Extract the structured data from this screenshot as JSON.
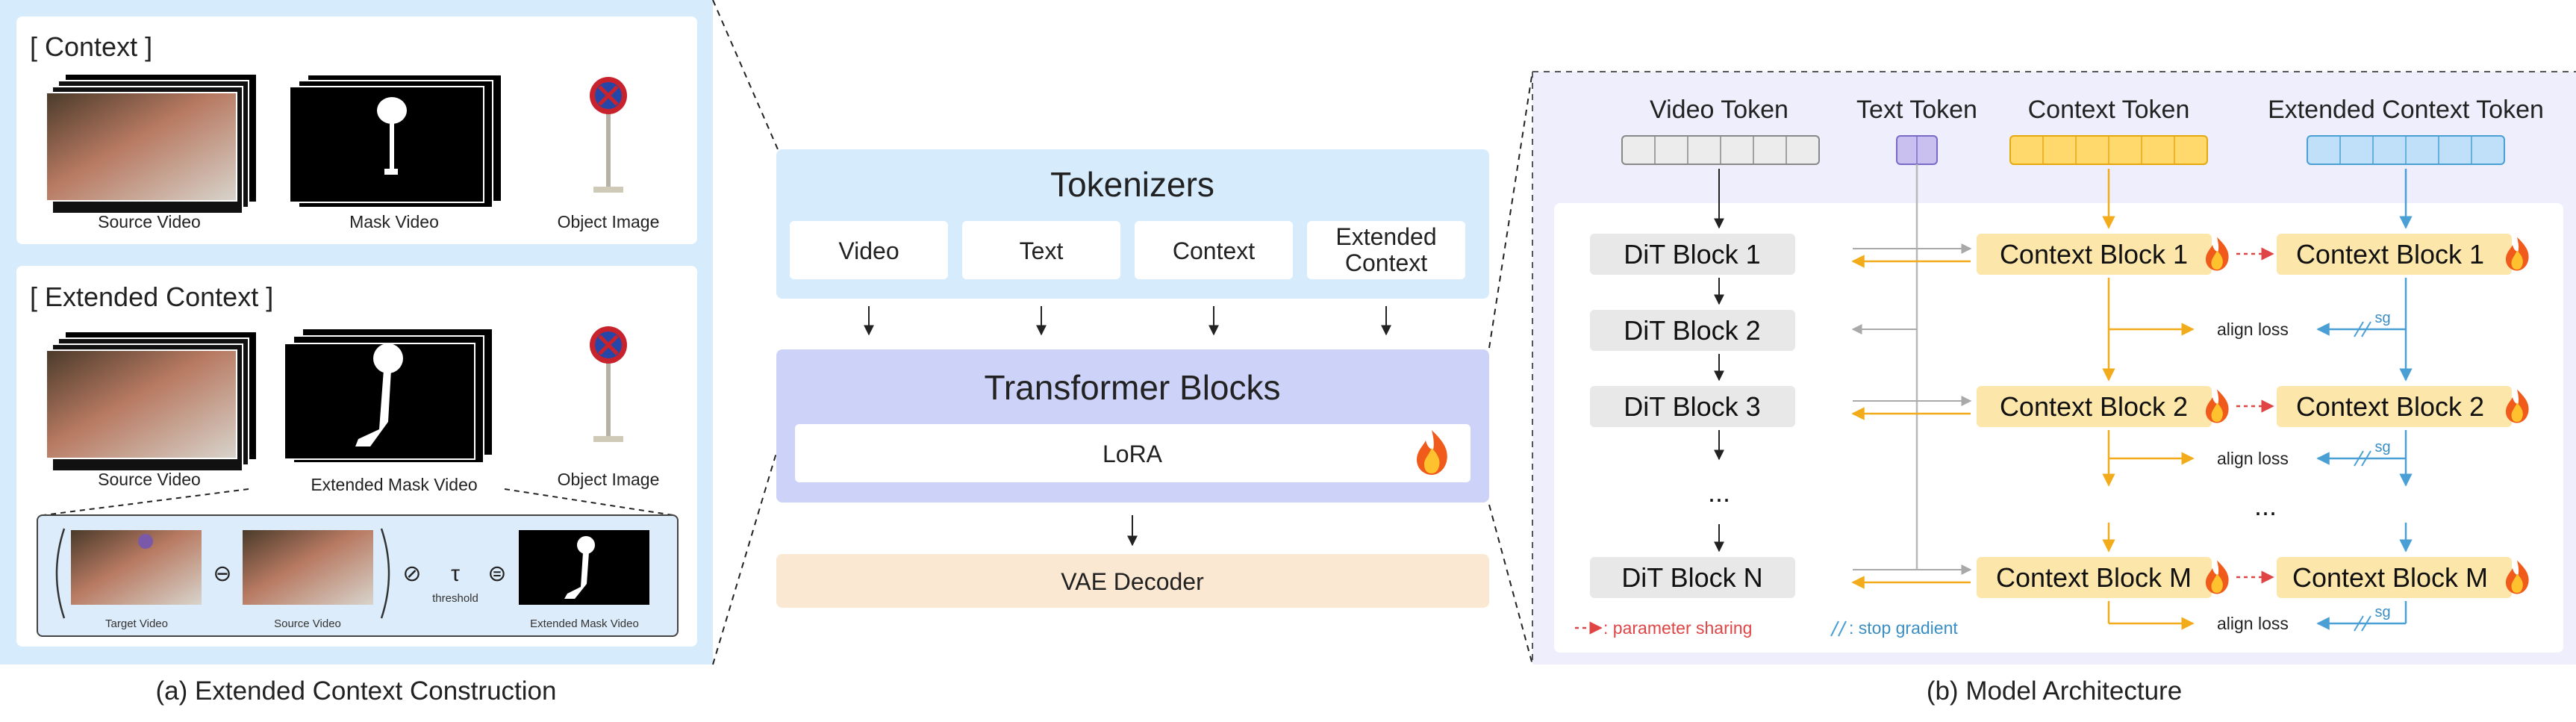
{
  "left": {
    "context_label": "[ Context ]",
    "extended_label": "[ Extended Context ]",
    "captions": {
      "source_video": "Source Video",
      "mask_video": "Mask Video",
      "object_image": "Object Image",
      "source_video_2": "Source Video",
      "extended_mask_video": "Extended Mask Video",
      "object_image_2": "Object Image"
    },
    "formula": {
      "target_video": "Target Video",
      "source_video": "Source Video",
      "minus_op": "⊖",
      "compare_op": "⊘",
      "tau": "τ",
      "threshold": "threshold",
      "equals_op": "⊜",
      "extended_mask_video": "Extended Mask Video"
    },
    "bottom_caption": "(a) Extended Context Construction"
  },
  "middle": {
    "tokenizers_title": "Tokenizers",
    "tokenizers": [
      "Video",
      "Text",
      "Context"
    ],
    "tokenizer_ext_line1": "Extended",
    "tokenizer_ext_line2": "Context",
    "transformer_title": "Transformer Blocks",
    "lora_label": "LoRA",
    "vae_label": "VAE Decoder"
  },
  "right": {
    "tokens": {
      "video": "Video Token",
      "text": "Text Token",
      "context": "Context Token",
      "extended": "Extended Context Token"
    },
    "dit_blocks": [
      "DiT Block 1",
      "DiT Block 2",
      "DiT Block 3",
      "DiT Block N"
    ],
    "dit_ellipsis": "...",
    "context_blocks": [
      "Context Block 1",
      "Context Block 2",
      "Context Block M"
    ],
    "ext_blocks": [
      "Context Block 1",
      "Context Block 2",
      "Context Block M"
    ],
    "ext_ellipsis": "...",
    "align_loss": "align loss",
    "sg": "sg",
    "legend_param": ": parameter sharing",
    "legend_stop": ": stop gradient",
    "bottom_caption": "(b) Model Architecture"
  },
  "colors": {
    "left_panel_bg": "#d6ebfb",
    "tokenizer_bg": "#d6ebfb",
    "transformer_bg": "#cdd3f8",
    "vae_bg": "#fbe8d2",
    "right_panel_bg": "#eeeefc",
    "dit_block": "#e8e8e8",
    "context_block": "#fce6a9",
    "context_arrow": "#f2ac1b",
    "ext_arrow": "#4a9fd4",
    "param_sharing": "#e04545",
    "text_token": "#c9c0f0"
  }
}
